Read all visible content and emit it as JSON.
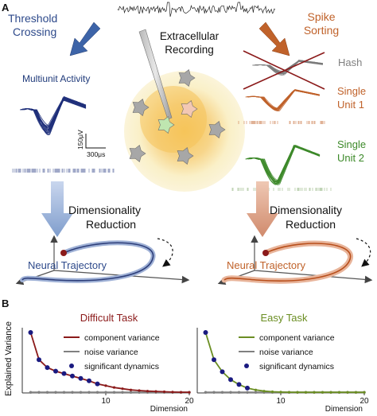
{
  "panel_a": {
    "label": "A",
    "threshold_title_line1": "Threshold",
    "threshold_title_line2": "Crossing",
    "spike_title_line1": "Spike",
    "spike_title_line2": "Sorting",
    "recording_line1": "Extracellular",
    "recording_line2": "Recording",
    "multiunit_label": "Multiunit Activity",
    "scale_voltage": "150μV",
    "scale_time": "300μs",
    "hash_label": "Hash",
    "unit1_line1": "Single",
    "unit1_line2": "Unit 1",
    "unit2_line1": "Single",
    "unit2_line2": "Unit 2",
    "dimred_line1": "Dimensionality",
    "dimred_line2": "Reduction",
    "trajectory_label": "Neural Trajectory"
  },
  "panel_b": {
    "label": "B",
    "ylabel": "Explained Variance",
    "legend_component": "component variance",
    "legend_noise": "noise variance",
    "legend_significant": "significant dynamics"
  },
  "colors": {
    "blue": "#2e4a8b",
    "orange": "#c0622a",
    "green": "#3d8a2a",
    "dark_red": "#8b1a1a",
    "olive_green": "#6b8e23",
    "gray": "#808080",
    "navy_dot": "#1a1a80"
  },
  "chart_data": [
    {
      "type": "line",
      "title": "Difficult Task",
      "xlabel": "Dimension",
      "xticks": [
        10,
        20
      ],
      "xlim": [
        0,
        20
      ],
      "series": [
        {
          "name": "component variance",
          "x": [
            1,
            2,
            3,
            4,
            5,
            6,
            7,
            8,
            9,
            10,
            11,
            12,
            13,
            14,
            15,
            16,
            17,
            18,
            19,
            20
          ],
          "values": [
            1.0,
            0.55,
            0.42,
            0.36,
            0.32,
            0.28,
            0.24,
            0.2,
            0.15,
            0.12,
            0.09,
            0.07,
            0.05,
            0.04,
            0.03,
            0.025,
            0.02,
            0.015,
            0.012,
            0.01
          ]
        },
        {
          "name": "noise variance",
          "x": [
            1,
            2,
            3,
            4,
            5,
            6,
            7,
            8,
            9,
            10,
            11,
            12,
            13,
            14,
            15,
            16,
            17,
            18,
            19,
            20
          ],
          "values": [
            0.01,
            0.01,
            0.01,
            0.01,
            0.01,
            0.01,
            0.01,
            0.01,
            0.01,
            0.01,
            0.01,
            0.01,
            0.01,
            0.01,
            0.01,
            0.01,
            0.01,
            0.01,
            0.01,
            0.01
          ]
        },
        {
          "name": "significant dynamics",
          "x": [
            1,
            2,
            3,
            4,
            5,
            6,
            7,
            8,
            9
          ],
          "values": [
            1.0,
            0.55,
            0.42,
            0.36,
            0.32,
            0.28,
            0.24,
            0.2,
            0.15
          ]
        }
      ]
    },
    {
      "type": "line",
      "title": "Easy Task",
      "xlabel": "Dimension",
      "xticks": [
        10,
        20
      ],
      "xlim": [
        0,
        20
      ],
      "series": [
        {
          "name": "component variance",
          "x": [
            1,
            2,
            3,
            4,
            5,
            6,
            7,
            8,
            9,
            10,
            11,
            12,
            13,
            14,
            15,
            16,
            17,
            18,
            19,
            20
          ],
          "values": [
            1.0,
            0.55,
            0.35,
            0.22,
            0.14,
            0.08,
            0.05,
            0.03,
            0.02,
            0.015,
            0.012,
            0.01,
            0.01,
            0.01,
            0.01,
            0.01,
            0.01,
            0.01,
            0.01,
            0.01
          ]
        },
        {
          "name": "noise variance",
          "x": [
            1,
            2,
            3,
            4,
            5,
            6,
            7,
            8,
            9,
            10,
            11,
            12,
            13,
            14,
            15,
            16,
            17,
            18,
            19,
            20
          ],
          "values": [
            0.01,
            0.01,
            0.01,
            0.01,
            0.01,
            0.01,
            0.01,
            0.01,
            0.01,
            0.01,
            0.01,
            0.01,
            0.01,
            0.01,
            0.01,
            0.01,
            0.01,
            0.01,
            0.01,
            0.01
          ]
        },
        {
          "name": "significant dynamics",
          "x": [
            1,
            2,
            3,
            4,
            5,
            6
          ],
          "values": [
            1.0,
            0.55,
            0.35,
            0.22,
            0.14,
            0.08
          ]
        }
      ]
    }
  ]
}
